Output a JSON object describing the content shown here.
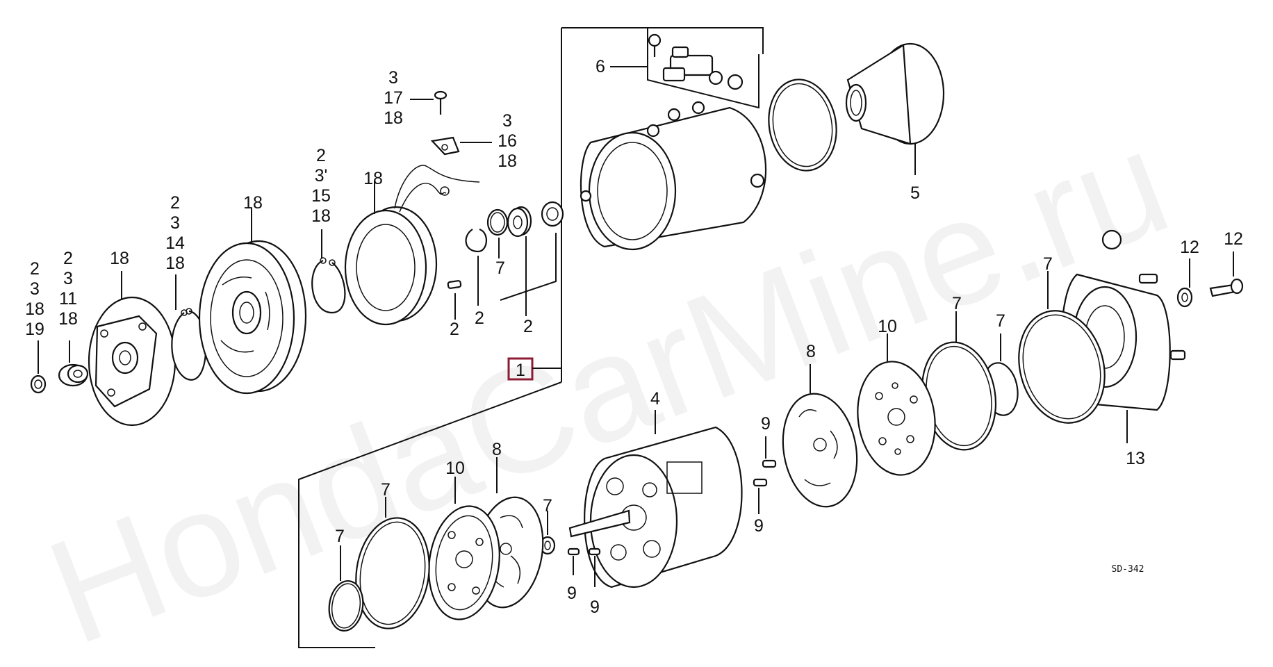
{
  "watermark": "HondaCarMine.ru",
  "drawing_code": "SD-342",
  "highlighted_callout": "1",
  "callouts": [
    {
      "id": "c-col1",
      "lines": [
        "2",
        "3",
        "18",
        "19"
      ]
    },
    {
      "id": "c-col2",
      "lines": [
        "2",
        "3",
        "11",
        "18"
      ]
    },
    {
      "id": "c-18a",
      "lines": [
        "18"
      ]
    },
    {
      "id": "c-col3",
      "lines": [
        "2",
        "3",
        "14",
        "18"
      ]
    },
    {
      "id": "c-18b",
      "lines": [
        "18"
      ]
    },
    {
      "id": "c-col4",
      "lines": [
        "2",
        "3'",
        "15",
        "18"
      ]
    },
    {
      "id": "c-18c",
      "lines": [
        "18"
      ]
    },
    {
      "id": "c-col5",
      "lines": [
        "3",
        "17",
        "18"
      ]
    },
    {
      "id": "c-col6",
      "lines": [
        "3",
        "16",
        "18"
      ]
    },
    {
      "id": "c-2a",
      "lines": [
        "2"
      ]
    },
    {
      "id": "c-2b",
      "lines": [
        "2"
      ]
    },
    {
      "id": "c-7a",
      "lines": [
        "7"
      ]
    },
    {
      "id": "c-2c",
      "lines": [
        "2"
      ]
    },
    {
      "id": "c-6",
      "lines": [
        "6"
      ]
    },
    {
      "id": "c-5",
      "lines": [
        "5"
      ]
    },
    {
      "id": "c-1",
      "lines": [
        "1"
      ]
    },
    {
      "id": "c-12a",
      "lines": [
        "12"
      ]
    },
    {
      "id": "c-12b",
      "lines": [
        "12"
      ]
    },
    {
      "id": "c-7b",
      "lines": [
        "7"
      ]
    },
    {
      "id": "c-13",
      "lines": [
        "13"
      ]
    },
    {
      "id": "c-7c",
      "lines": [
        "7"
      ]
    },
    {
      "id": "c-7d",
      "lines": [
        "7"
      ]
    },
    {
      "id": "c-10a",
      "lines": [
        "10"
      ]
    },
    {
      "id": "c-8a",
      "lines": [
        "8"
      ]
    },
    {
      "id": "c-9a",
      "lines": [
        "9"
      ]
    },
    {
      "id": "c-9b",
      "lines": [
        "9"
      ]
    },
    {
      "id": "c-4",
      "lines": [
        "4"
      ]
    },
    {
      "id": "c-7e",
      "lines": [
        "7"
      ]
    },
    {
      "id": "c-9c",
      "lines": [
        "9"
      ]
    },
    {
      "id": "c-9d",
      "lines": [
        "9"
      ]
    },
    {
      "id": "c-8b",
      "lines": [
        "8"
      ]
    },
    {
      "id": "c-10b",
      "lines": [
        "10"
      ]
    },
    {
      "id": "c-7f",
      "lines": [
        "7"
      ]
    },
    {
      "id": "c-7g",
      "lines": [
        "7"
      ]
    }
  ]
}
